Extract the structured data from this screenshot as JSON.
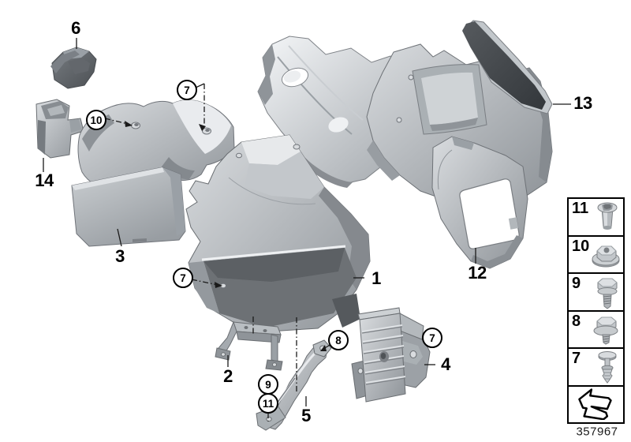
{
  "diagram": {
    "drawing_number": "357967",
    "callouts": {
      "part1": "1",
      "part2": "2",
      "part3": "3",
      "part4": "4",
      "part5": "5",
      "part6": "6",
      "part12": "12",
      "part13": "13",
      "part14": "14",
      "fastener7": "7",
      "fastener8": "8",
      "fastener9": "9",
      "fastener10": "10",
      "fastener11": "11"
    },
    "legend": {
      "rows": [
        {
          "num": "11",
          "icon": "rivet-nut"
        },
        {
          "num": "10",
          "icon": "flange-nut"
        },
        {
          "num": "9",
          "icon": "hex-bolt"
        },
        {
          "num": "8",
          "icon": "hex-flange-bolt"
        },
        {
          "num": "7",
          "icon": "expansion-rivet"
        },
        {
          "num": "",
          "icon": "return-arrow"
        }
      ]
    },
    "colors": {
      "background": "#ffffff",
      "line": "#1a1a1a",
      "part_light": "#eceef0",
      "part_mid": "#b4b8bc",
      "part_dark": "#6f7377",
      "pad_dark": "#3c4044"
    }
  }
}
